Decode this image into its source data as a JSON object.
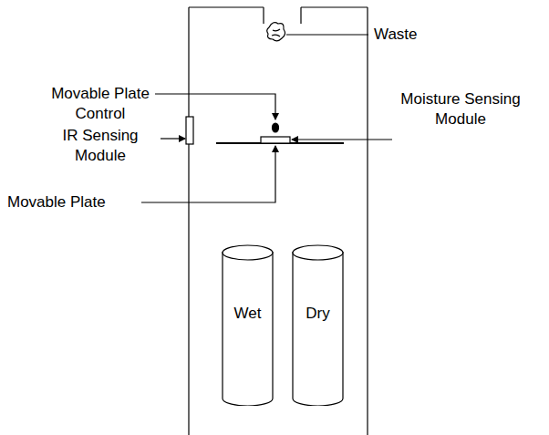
{
  "diagram": {
    "nodes": [
      {
        "text": [
          "Wet"
        ]
      },
      {
        "text": [
          "Dry"
        ]
      }
    ],
    "labels": [
      "Waste",
      "Movable Plate Control",
      "IR Sensing Module",
      "Moisture Sensing Module",
      "Movable Plate"
    ]
  }
}
